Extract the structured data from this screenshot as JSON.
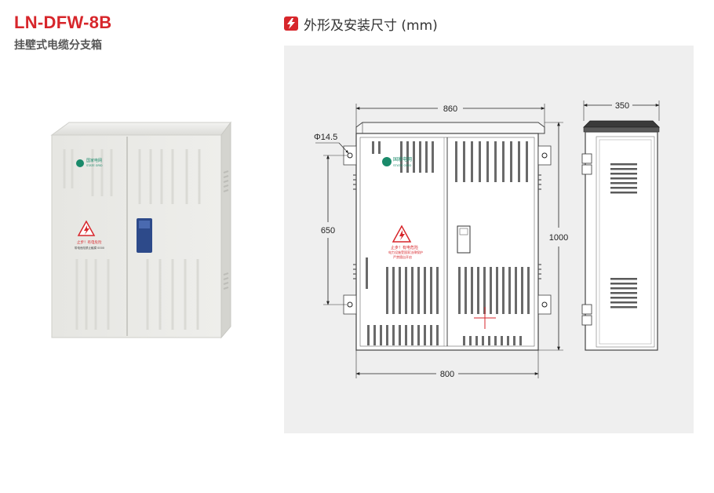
{
  "header": {
    "model": "LN-DFW-8B",
    "product_name": "挂壁式电缆分支箱"
  },
  "product_photo": {
    "logo_text": "国家电网",
    "logo_sub": "STATE GRID",
    "warning_label": "止步！有电危险",
    "warning_sub": "带电危险禁止触摸 0000"
  },
  "drawing_section": {
    "icon": "lightning-icon",
    "title": "外形及安装尺寸 (mm)"
  },
  "front_view": {
    "logo_text": "国家电网",
    "logo_sub": "STATE GRID",
    "warning_label": "止步！有电危险",
    "warning_sub1": "电力设施受国家法律保护",
    "warning_sub2": "严禁擅自开启",
    "dims": {
      "top_width": "860",
      "bottom_width": "800",
      "hole_diameter": "Φ14.5",
      "hole_spacing": "650",
      "height": "1000"
    }
  },
  "side_view": {
    "dims": {
      "depth": "350"
    }
  },
  "colors": {
    "accent": "#d7262b",
    "panel_bg": "#efefef",
    "logo_green": "#1a8a6a"
  }
}
